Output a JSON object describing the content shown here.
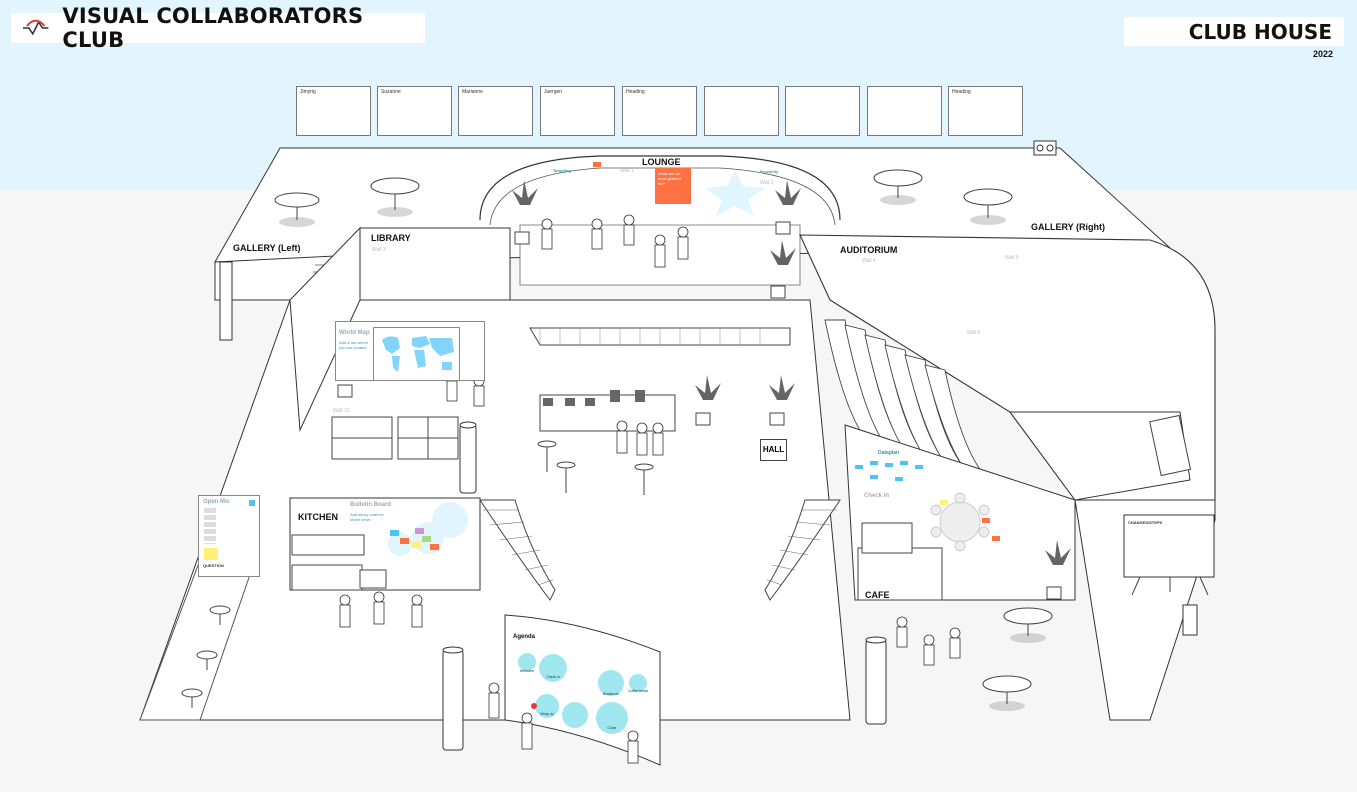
{
  "header": {
    "app_title": "VISUAL COLLABORATORS CLUB",
    "clubhouse_title": "CLUB HOUSE",
    "year": "2022"
  },
  "boards": [
    "Jimyrig",
    "Suzanne",
    "Marianne",
    "Juergen",
    "Heading",
    "",
    "",
    "",
    "Heading"
  ],
  "areas": {
    "lounge": "LOUNGE",
    "gallery_left": "GALLERY (Left)",
    "gallery_right": "GALLERY (Right)",
    "library": "LIBRARY",
    "auditorium": "AUDITORIUM",
    "hall": "HALL",
    "kitchen": "KITCHEN",
    "cafe": "CAFE"
  },
  "walls": {
    "lounge_left": "Wall 1",
    "lounge_right": "Wall 2",
    "library": "Wall 3",
    "auditorium_a": "Wall 4",
    "auditorium_b": "Wall 5",
    "auditorium_c": "Wall 6",
    "kitchen_area": "Wall 10"
  },
  "panels": {
    "targeting": "Targeting",
    "proximity": "Proximity",
    "lounge_note": "What are we most grateful for?",
    "world_map": "World Map",
    "world_map_text": "Add a dot where you are located",
    "open_mic": "Open Mic",
    "question": "QUESTION",
    "bulletin": "Bulletin Board",
    "bulletin_text": "Add sticky notes to share news",
    "check_in": "Check In",
    "dataplan": "Dataplan",
    "agenda": "Agenda",
    "whiteboard": "CHANGES/STEPS"
  },
  "agenda_items": [
    "Welcome",
    "Check in",
    "Breakouts",
    "Coffee break",
    "Wrap up",
    "Close"
  ],
  "colors": {
    "sky": "#e2f4fd",
    "accent_red": "#e53935",
    "cyan": "#4fc3f7",
    "orange": "#ff7043"
  }
}
